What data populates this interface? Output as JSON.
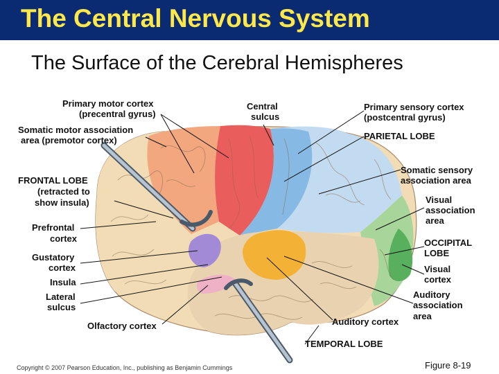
{
  "slide": {
    "title": "The Central Nervous System",
    "subtitle": "The Surface of the Cerebral Hemispheres",
    "copyright": "Copyright © 2007 Pearson Education, Inc., publishing as Benjamin Cummings",
    "figure": "Figure 8-19"
  },
  "colors": {
    "title_bar": "#0a2a72",
    "title_text": "#ffe84a",
    "frontal": "#f1dcb6",
    "premotor": "#f2a77f",
    "motor": "#ea5d5d",
    "sensory": "#86b9e3",
    "parietal": "#c3dbf1",
    "occipital": "#a8d69a",
    "visual_cortex": "#58b05e",
    "temporal": "#e9d2b0",
    "auditory": "#f3b235",
    "gustatory": "#a38ad6",
    "olfactory": "#efb1c5"
  },
  "labels": {
    "primary_motor_1": "Primary motor cortex",
    "primary_motor_2": "(precentral gyrus)",
    "central_sulcus_1": "Central",
    "central_sulcus_2": "sulcus",
    "primary_sensory_1": "Primary sensory cortex",
    "primary_sensory_2": "(postcentral gyrus)",
    "somatic_motor_1": "Somatic motor association",
    "somatic_motor_2": "area (premotor cortex)",
    "parietal_lobe": "PARIETAL LOBE",
    "somatic_sensory_1": "Somatic sensory",
    "somatic_sensory_2": "association area",
    "frontal_lobe_1": "FRONTAL LOBE",
    "frontal_lobe_2": "(retracted to",
    "frontal_lobe_3": "show insula)",
    "visual_assoc_1": "Visual",
    "visual_assoc_2": "association",
    "visual_assoc_3": "area",
    "prefrontal_1": "Prefrontal",
    "prefrontal_2": "cortex",
    "occipital_1": "OCCIPITAL",
    "occipital_2": "LOBE",
    "gustatory_1": "Gustatory",
    "gustatory_2": "cortex",
    "visual_cortex_1": "Visual",
    "visual_cortex_2": "cortex",
    "insula": "Insula",
    "lateral_1": "Lateral",
    "lateral_2": "sulcus",
    "auditory_assoc_1": "Auditory",
    "auditory_assoc_2": "association",
    "auditory_assoc_3": "area",
    "olfactory": "Olfactory cortex",
    "auditory_cortex": "Auditory cortex",
    "temporal_lobe": "TEMPORAL LOBE"
  }
}
